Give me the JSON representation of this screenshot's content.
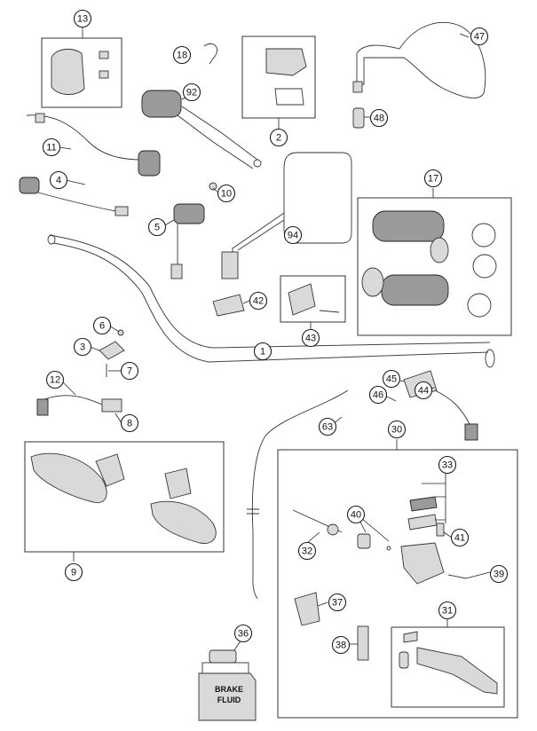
{
  "diagram": {
    "callouts": [
      "13",
      "18",
      "92",
      "2",
      "47",
      "11",
      "48",
      "4",
      "10",
      "5",
      "17",
      "94",
      "42",
      "43",
      "6",
      "3",
      "1",
      "7",
      "12",
      "45",
      "46",
      "44",
      "8",
      "63",
      "30",
      "33",
      "32",
      "40",
      "41",
      "39",
      "9",
      "37",
      "31",
      "38",
      "36"
    ],
    "fluid_label": [
      "BRAKE",
      "FLUID"
    ]
  }
}
